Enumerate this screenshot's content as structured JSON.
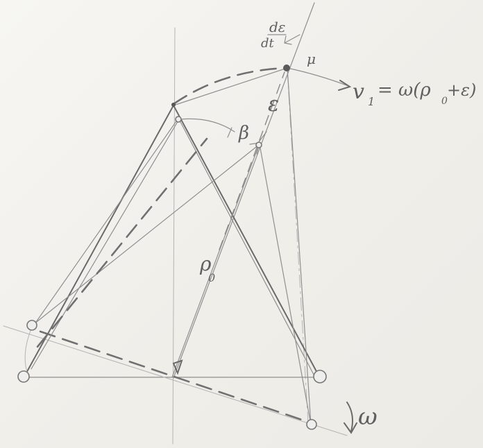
{
  "labels": {
    "d_epsilon_dt_num": "dε",
    "d_epsilon_dt_den": "dt",
    "mu": "μ",
    "velocity_formula": "v",
    "velocity_sub": "1",
    "velocity_rhs": "= ω(ρ",
    "velocity_rhs_sub": "0",
    "velocity_rhs_end": "+ε)",
    "epsilon": "ε",
    "beta": "β",
    "rho": "ρ",
    "rho_sub": "0",
    "omega": "ω"
  },
  "colors": {
    "pencil": "#8f8f8f",
    "pencil_dark": "#6a6a6a",
    "paper": "#f4f2ee"
  }
}
